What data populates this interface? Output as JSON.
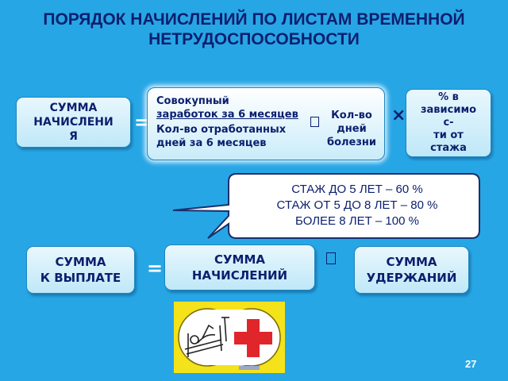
{
  "title": {
    "line1": "ПОРЯДОК  НАЧИСЛЕНИЙ ПО ЛИСТАМ ВРЕМЕННОЙ",
    "line2": "НЕТРУДОСПОСОБНОСТИ"
  },
  "row1": {
    "left_box": [
      "СУММА",
      "НАЧИСЛЕНИ",
      "Я"
    ],
    "equals": "=",
    "formula": {
      "numerator_1": "Совокупный",
      "numerator_2": "заработок за 6 месяцев",
      "denominator_1": "Кол-во отработанных",
      "denominator_2": "дней за 6 месяцев",
      "days_1": "Кол-во",
      "days_2": "дней",
      "days_3": "болезни"
    },
    "multiply": "×",
    "percent_box": [
      "% в",
      "зависимо",
      "с-",
      "ти от",
      "стажа"
    ]
  },
  "callout": {
    "lines": [
      "СТАЖ ДО 5 ЛЕТ – 60 %",
      "СТАЖ ОТ 5 ДО 8 ЛЕТ – 80 %",
      "БОЛЕЕ 8 ЛЕТ – 100 %"
    ]
  },
  "row2": {
    "left_box": [
      "СУММА",
      "К ВЫПЛАТЕ"
    ],
    "equals": "=",
    "middle_box": [
      "СУММА",
      "НАЧИСЛЕНИЙ"
    ],
    "right_box": [
      "СУММА",
      "УДЕРЖАНИЙ"
    ]
  },
  "page_number": "27",
  "colors": {
    "background": "#27a6e6",
    "text": "#0c1f6e",
    "cross": "#e0262b"
  },
  "icons": [
    "sick-leave-icon",
    "red-cross-icon"
  ]
}
